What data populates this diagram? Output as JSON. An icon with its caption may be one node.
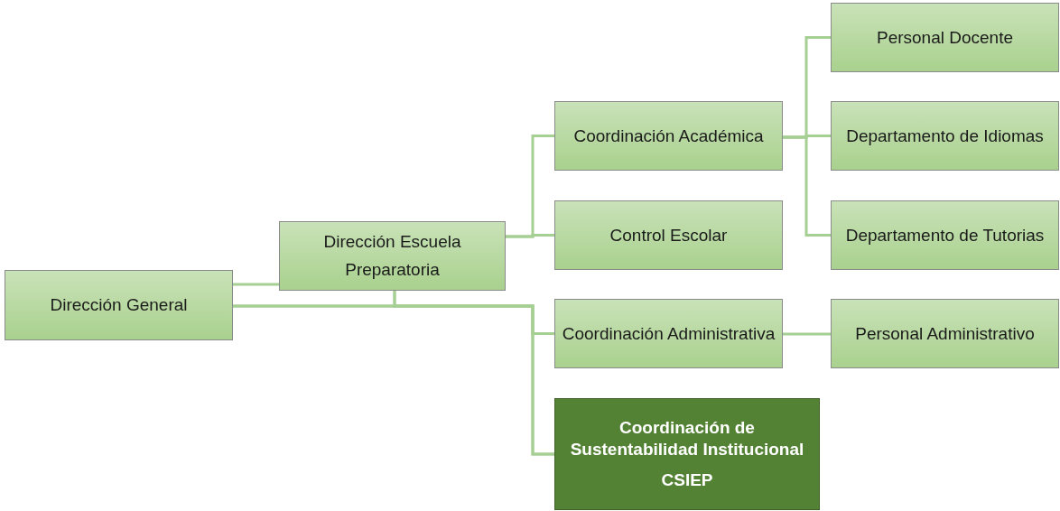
{
  "diagram": {
    "nodes": [
      {
        "text": [
          "Dirección General"
        ]
      },
      {
        "text": [
          "Dirección Escuela Preparatoria"
        ]
      },
      {
        "text": [
          "Coordinación Académica"
        ]
      },
      {
        "text": [
          "Control Escolar"
        ]
      },
      {
        "text": [
          "Coordinación Administrativa"
        ]
      },
      {
        "text": [
          "Coordinación de Sustentabilidad Institucional",
          "CSIEP"
        ]
      },
      {
        "text": [
          "Personal Docente"
        ]
      },
      {
        "text": [
          "Departamento de Idiomas"
        ]
      },
      {
        "text": [
          "Departamento de Tutorias"
        ]
      },
      {
        "text": [
          "Personal Administrativo"
        ]
      }
    ],
    "edges": [
      {
        "from": 0,
        "to": 1,
        "arrow": "none"
      },
      {
        "from": 1,
        "to": 2,
        "arrow": "none"
      },
      {
        "from": 1,
        "to": 3,
        "arrow": "none"
      },
      {
        "from": 0,
        "to": 4,
        "arrow": "none"
      },
      {
        "from": 0,
        "to": 5,
        "arrow": "none"
      },
      {
        "from": 1,
        "to": 4,
        "arrow": "none"
      },
      {
        "from": 1,
        "to": 5,
        "arrow": "none"
      },
      {
        "from": 2,
        "to": 6,
        "arrow": "none"
      },
      {
        "from": 2,
        "to": 7,
        "arrow": "none"
      },
      {
        "from": 2,
        "to": 8,
        "arrow": "none"
      },
      {
        "from": 4,
        "to": 9,
        "arrow": "none"
      }
    ]
  }
}
